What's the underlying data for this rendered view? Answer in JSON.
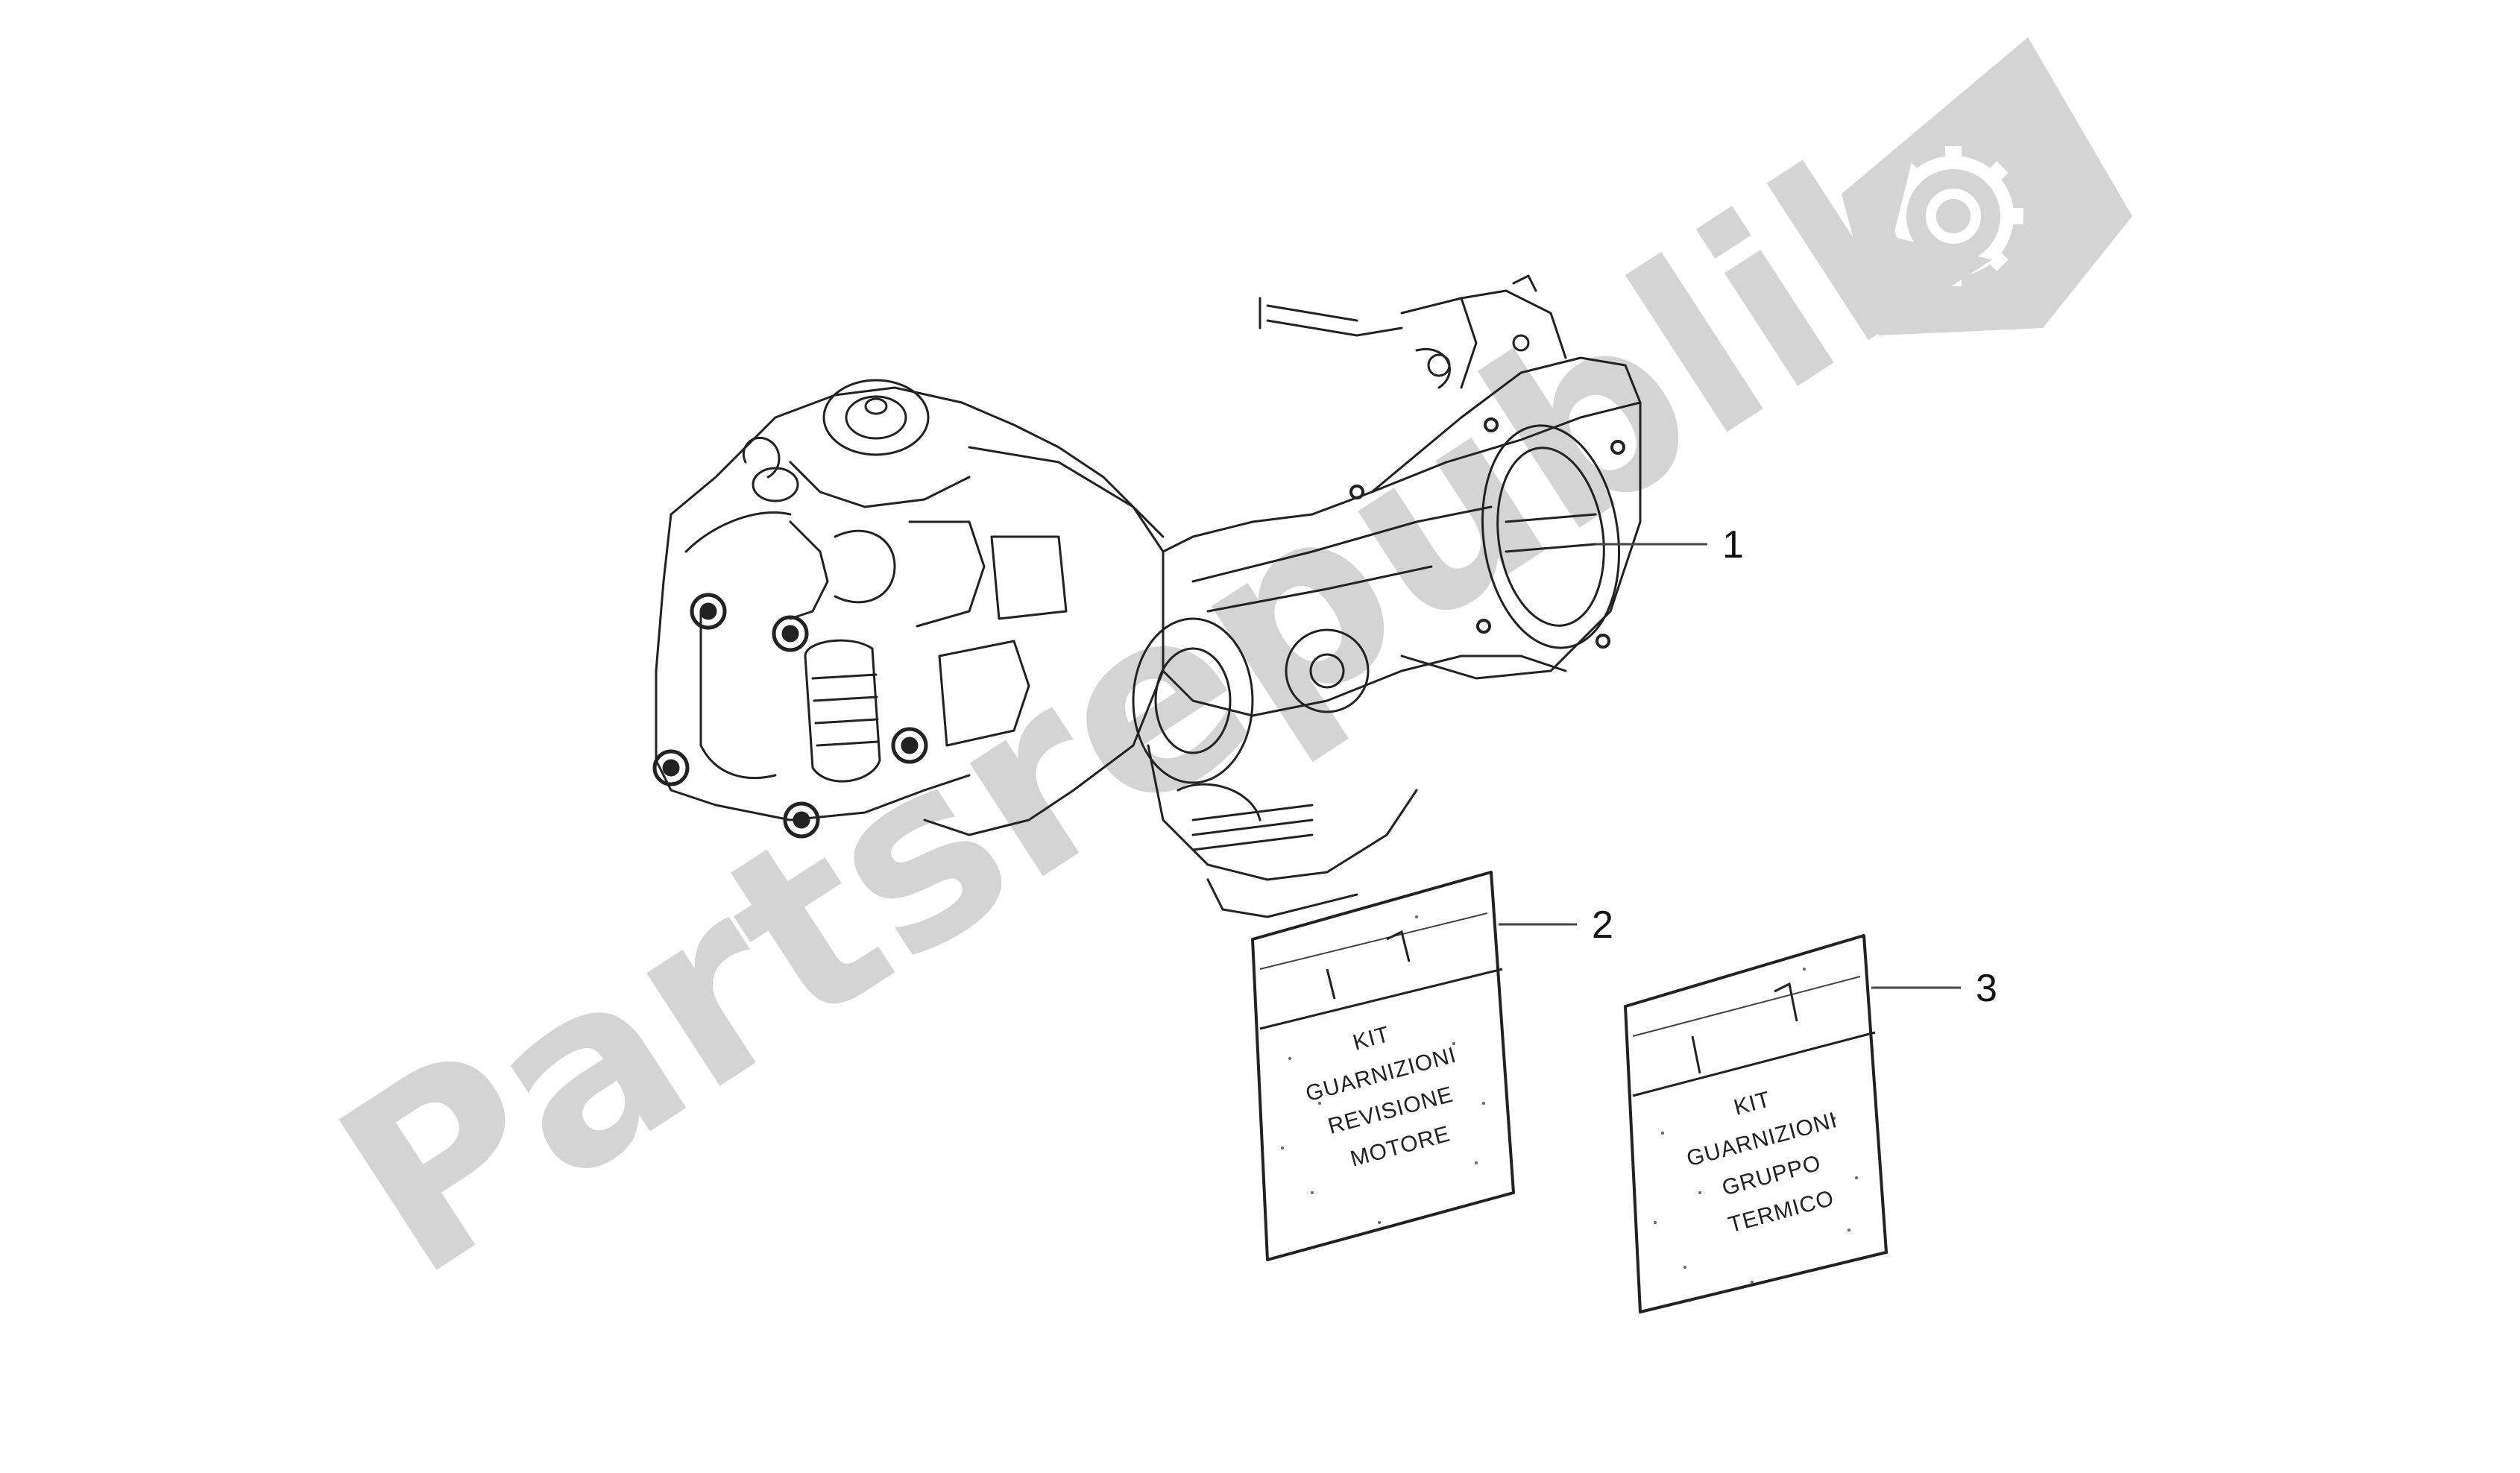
{
  "watermark": {
    "text": "Partsrepublik",
    "icon": "gear-flag-icon",
    "color": "#d4d4d4"
  },
  "parts": [
    {
      "callout": "1",
      "name": "engine-assembly"
    },
    {
      "callout": "2",
      "name": "gasket-kit-bag",
      "label_lines": [
        "KIT",
        "GUARNIZIONI",
        "REVISIONE",
        "MOTORE"
      ]
    },
    {
      "callout": "3",
      "name": "gasket-kit-bag",
      "label_lines": [
        "KIT",
        "GUARNIZIONI",
        "GRUPPO",
        "TERMICO"
      ]
    }
  ],
  "colors": {
    "line": "#222222",
    "background": "#ffffff"
  }
}
